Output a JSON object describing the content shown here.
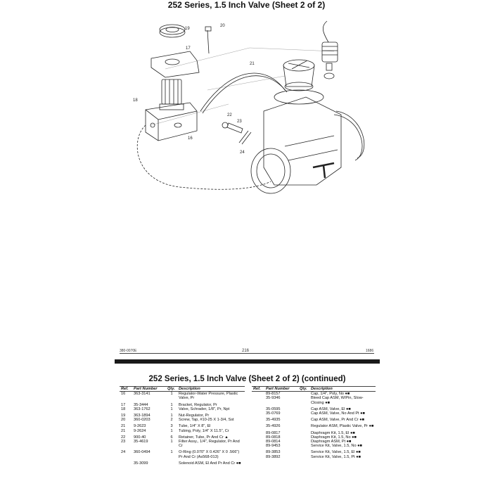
{
  "title": "252 Series, 1.5 Inch Valve (Sheet 2 of 2)",
  "diagram_callouts": [
    "19",
    "20",
    "17",
    "21",
    "18",
    "22",
    "23",
    "16",
    "24"
  ],
  "footer": {
    "doc_code": "380-0070E",
    "page": "216",
    "right_code": "1686"
  },
  "continued_title": "252 Series, 1.5 Inch Valve (Sheet 2 of 2) (continued)",
  "columns": {
    "ref": "Ref.",
    "part": "Part Number",
    "qty": "Qty.",
    "desc": "Description"
  },
  "parts_left": [
    {
      "ref": "16",
      "part": "363-3141",
      "qty": "1",
      "desc": "Regulator-Water Pressure, Plastic Valve, Pr",
      "gap": false
    },
    {
      "ref": "17",
      "part": "35-3444",
      "qty": "1",
      "desc": "Bracket, Regulator, Pr",
      "gap": true
    },
    {
      "ref": "18",
      "part": "363-1762",
      "qty": "1",
      "desc": "Valve, Schrader, 1/8\", Pr, Npt",
      "gap": false
    },
    {
      "ref": "19",
      "part": "363-1894",
      "qty": "1",
      "desc": "Nut-Regulator, Pr",
      "gap": true
    },
    {
      "ref": "20",
      "part": "360-0203",
      "qty": "2",
      "desc": "Screw, Tap, #10-25 X 1-3/4, Sst",
      "gap": false
    },
    {
      "ref": "21",
      "part": "9-2623",
      "qty": "3",
      "desc": "Tube, 1/4\" X 8\", El",
      "gap": true
    },
    {
      "ref": "21",
      "part": "9-2624",
      "qty": "1",
      "desc": "Tubing, Poly, 1/4\" X 11.5\", Cr",
      "gap": false
    },
    {
      "ref": "22",
      "part": "900-40",
      "qty": "6",
      "desc": "Retainer, Tube, Pr And Cr ▲",
      "gap": true
    },
    {
      "ref": "23",
      "part": "35-4619",
      "qty": "1",
      "desc": "Filter Assy., 1/4\", Regulator, Pr And Cr",
      "gap": false
    },
    {
      "ref": "24",
      "part": "360-0494",
      "qty": "1",
      "desc": "O-Ring (0.070\" X 0.426\" X 0 .566\") Pr And Cr (As568-013)",
      "gap": true
    },
    {
      "ref": "",
      "part": "35-3099",
      "qty": "",
      "desc": "Solenoid ASM, El And Pr And Cr ●■",
      "gap": true
    }
  ],
  "parts_right": [
    {
      "ref": "",
      "part": "89-8157",
      "qty": "",
      "desc": "Cap, 1/4\", Poly, No ●■",
      "gap": false
    },
    {
      "ref": "",
      "part": "35-9346",
      "qty": "",
      "desc": "Bleed Cap ASM, W/Pin, Slow-Closing ●■",
      "gap": false
    },
    {
      "ref": "",
      "part": "35-0595",
      "qty": "",
      "desc": "Cap ASM, Valve, El ●■",
      "gap": true
    },
    {
      "ref": "",
      "part": "35-0769",
      "qty": "",
      "desc": "Cap ASM, Valve, No And Pt ●■",
      "gap": false
    },
    {
      "ref": "",
      "part": "35-4935",
      "qty": "",
      "desc": "Cap ASM, Valve, Pr And Cr ●■",
      "gap": true
    },
    {
      "ref": "",
      "part": "35-4926",
      "qty": "",
      "desc": "Regulator ASM, Plastic Valve, Pr ●■",
      "gap": true
    },
    {
      "ref": "",
      "part": "89-0817",
      "qty": "",
      "desc": "Diaphragm Kit, 1.5, El ●■",
      "gap": true
    },
    {
      "ref": "",
      "part": "89-0818",
      "qty": "",
      "desc": "Diaphragm Kit, 1.5, No ●■",
      "gap": false
    },
    {
      "ref": "",
      "part": "89-0814",
      "qty": "",
      "desc": "Diaphragm ASM, Pt ●■",
      "gap": false
    },
    {
      "ref": "",
      "part": "89-9453",
      "qty": "",
      "desc": "Service Kit, Valve, 1.5, No ●■",
      "gap": false
    },
    {
      "ref": "",
      "part": "89-3853",
      "qty": "",
      "desc": "Service Kit, Valve, 1.5, El ●■",
      "gap": true
    },
    {
      "ref": "",
      "part": "89-3892",
      "qty": "",
      "desc": "Service Kit, Valve, 1.5, Pt ●■",
      "gap": false
    }
  ]
}
